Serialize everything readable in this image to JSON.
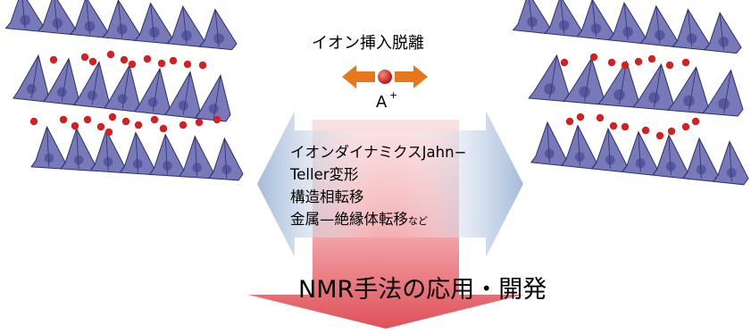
{
  "diagram": {
    "title": "イオン挿入脱離",
    "cation_label": "A",
    "cation_superscript": "+",
    "effects": [
      "イオンダイナミクスJahn−",
      "Teller変形",
      "構造相転移",
      "金属—絶縁体転移"
    ],
    "effects_suffix": "など",
    "bottom_label": "NMR手法の応用・開発"
  },
  "colors": {
    "octahedron": "#5a5ca8",
    "octahedron_edge": "#2e2f6e",
    "ion": "#d42020",
    "arrow_orange": "#e8761c",
    "bidir_arrow": "#a9bedc",
    "down_arrow": "#e25a62"
  }
}
